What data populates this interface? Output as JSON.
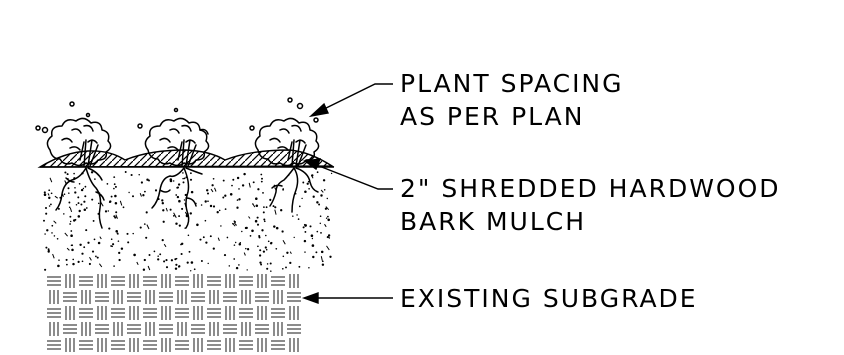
{
  "callouts": {
    "plant_spacing": {
      "line1": "PLANT SPACING",
      "line2": "AS PER PLAN"
    },
    "mulch": {
      "line1": "2\" SHREDDED HARDWOOD",
      "line2": "BARK MULCH"
    },
    "subgrade": {
      "line1": "EXISTING SUBGRADE"
    }
  },
  "colors": {
    "line": "#000000",
    "background": "#ffffff"
  }
}
